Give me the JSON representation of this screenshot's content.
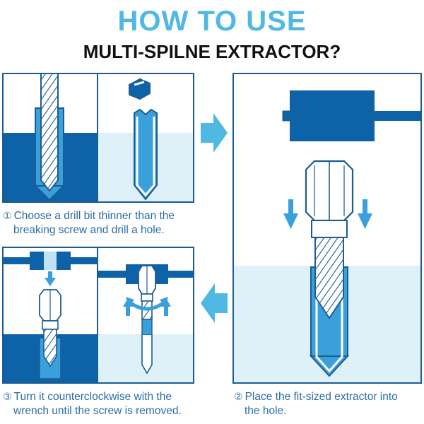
{
  "header": {
    "title": "HOW TO USE",
    "subtitle": "MULTI-SPILNE EXTRACTOR?"
  },
  "steps": [
    {
      "number": "①",
      "text": "Choose a drill bit thinner than the breaking screw and drill a hole.",
      "lines": [
        "Choose a drill bit thinner than the",
        "breaking screw and drill a hole."
      ]
    },
    {
      "number": "②",
      "text": "Place the fit-sized extractor into the hole.",
      "lines": [
        "Place the fit-sized extractor into",
        "the hole."
      ]
    },
    {
      "number": "③",
      "text": "Turn it counterclockwise with the wrench until the screw is removed.",
      "lines": [
        "Turn it counterclockwise with the",
        "wrench until the screw is removed."
      ]
    }
  ],
  "colors": {
    "title": "#4fb9e3",
    "text": "#2c6da7",
    "dark_blue": "#0d62a8",
    "mid_blue": "#3aa0dc",
    "light_blue": "#dff1f8",
    "arrow_blue": "#4fb9e3",
    "outline": "#1c5c93"
  },
  "icons": [
    "drill-bit-icon",
    "extractor-icon",
    "wrench-icon",
    "arrow-right-icon",
    "arrow-left-icon",
    "arrow-down-icon",
    "arrow-up-icon",
    "rotate-arrow-icon"
  ]
}
